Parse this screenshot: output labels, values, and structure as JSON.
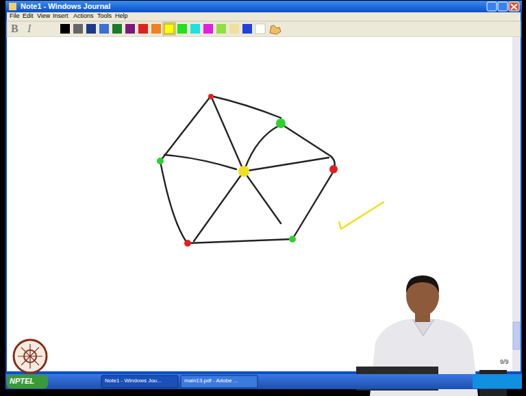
{
  "diagram": {
    "labels": [
      "Note1 - Windows Journal",
      "File",
      "Edit",
      "View",
      "Insert",
      "Actions",
      "Tools",
      "Help",
      "B",
      "I",
      "9/9",
      "NPTEL",
      "Note1 - Windows Jou...",
      "main13.pdf - Adobe ..."
    ]
  }
}
